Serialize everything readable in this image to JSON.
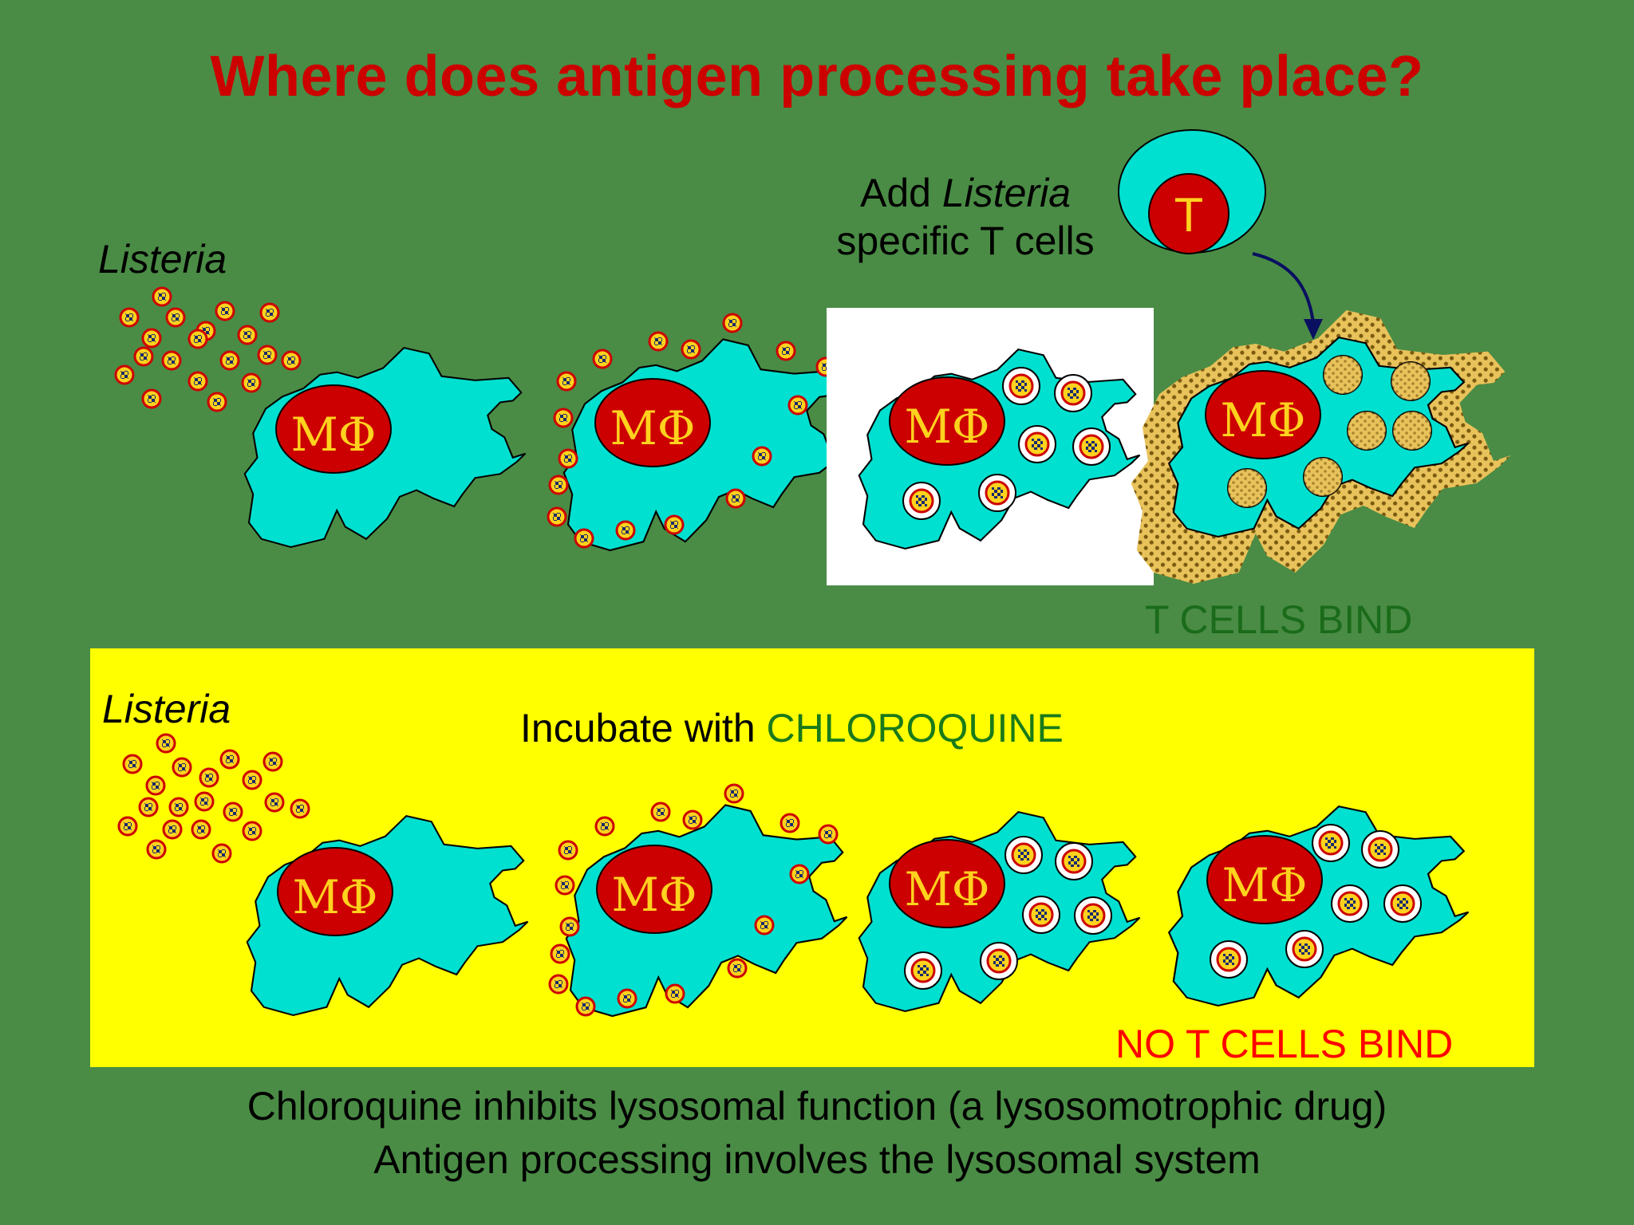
{
  "title": "Where does antigen processing take place?",
  "listeria_label_top": "Listeria",
  "listeria_label_bottom": "Listeria",
  "add_tcells": {
    "prefix": "Add ",
    "italic": "Listeria",
    "line2": "specific T cells"
  },
  "t_cell_symbol": "T",
  "macrophage_label": "MΦ",
  "t_cells_bind": "T CELLS BIND",
  "incubate": {
    "prefix": "Incubate with ",
    "drug": "CHLOROQUINE"
  },
  "no_t_cells_bind": "NO T CELLS BIND",
  "footer": {
    "line1": "Chloroquine inhibits lysosomal function (a lysosomotrophic drug)",
    "line2": "Antigen processing involves the lysosomal system"
  },
  "colors": {
    "background": "#4a8c45",
    "title": "#cc0000",
    "cell_body": "#00e0d0",
    "nucleus": "#cc0000",
    "nucleus_text": "#ffd21e",
    "panel": "#ffff00",
    "bind_text": "#1a6b1a",
    "no_bind_text": "#ff0000"
  }
}
